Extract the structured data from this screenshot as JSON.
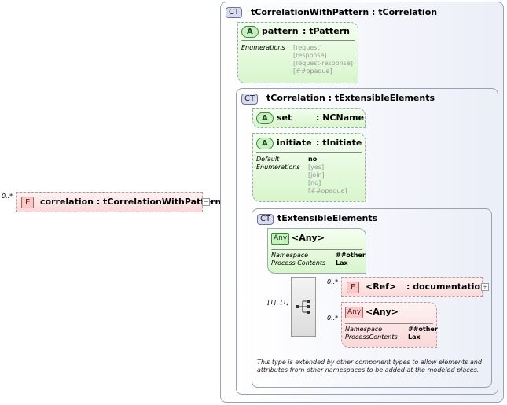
{
  "root": {
    "cardinality": "0..*",
    "badge": "E",
    "label": "correlation : tCorrelationWithPattern"
  },
  "outer": {
    "badge": "CT",
    "title": "tCorrelationWithPattern : tCorrelation",
    "pattern": {
      "badge": "A",
      "name": "pattern",
      "type": ": tPattern",
      "meta_key": "Enumerations",
      "enums": [
        "[request]",
        "[response]",
        "[request-response]",
        "[##opaque]"
      ]
    }
  },
  "correlation_ct": {
    "badge": "CT",
    "title": "tCorrelation : tExtensibleElements",
    "set": {
      "badge": "A",
      "name": "set",
      "type": ": NCName"
    },
    "initiate": {
      "badge": "A",
      "name": "initiate",
      "type": ": tInitiate",
      "default_key": "Default",
      "default_val": "no",
      "enum_key": "Enumerations",
      "enums": [
        "[yes]",
        "[join]",
        "[no]",
        "[##opaque]"
      ]
    }
  },
  "ext_ct": {
    "badge": "CT",
    "title": "tExtensibleElements",
    "any1": {
      "badge": "Any",
      "name": "<Any>",
      "ns_key": "Namespace",
      "ns_val": "##other",
      "pc_key": "Process Contents",
      "pc_val": "Lax"
    },
    "seq_card": "[1]..[1]",
    "doc": {
      "cardinality": "0..*",
      "badge": "E",
      "name": "<Ref>",
      "type": ": documentation"
    },
    "any2": {
      "cardinality": "0..*",
      "badge": "Any",
      "name": "<Any>",
      "ns_key": "Namespace",
      "ns_val": "##other",
      "pc_key": "ProcessContents",
      "pc_val": "Lax"
    },
    "note": "This type is extended by other component types to allow elements and attributes from other namespaces to be added at the modeled places."
  }
}
